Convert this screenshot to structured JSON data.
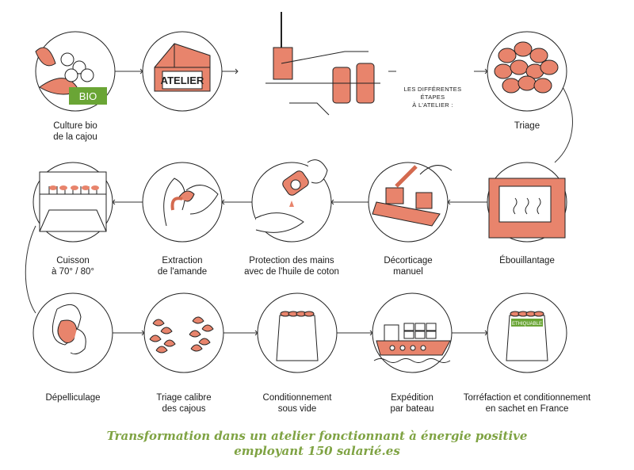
{
  "colors": {
    "accent": "#e8846c",
    "accent_dark": "#d46a4f",
    "bio_green": "#6aa535",
    "caption_green": "#7fa343",
    "line": "#222222"
  },
  "steps": [
    {
      "label": [
        "Culture bio",
        "de la cajou"
      ],
      "icon": "cashew-tree-icon",
      "badge": "BIO"
    },
    {
      "label": [],
      "icon": "atelier-building-icon",
      "sign": "ATELIER"
    },
    {
      "label": [],
      "icon": "factory-machinery-icon"
    },
    {
      "label": [
        "Triage"
      ],
      "icon": "cashew-pile-icon"
    },
    {
      "label": [
        "Ébouillantage"
      ],
      "icon": "steaming-oven-icon"
    },
    {
      "label": [
        "Décorticage",
        "manuel"
      ],
      "icon": "shelling-machine-icon"
    },
    {
      "label": [
        "Protection des mains",
        "avec de l'huile de coton"
      ],
      "icon": "hands-oil-icon"
    },
    {
      "label": [
        "Extraction",
        "de l'amande"
      ],
      "icon": "hands-nut-icon"
    },
    {
      "label": [
        "Cuisson",
        "à 70° / 80°"
      ],
      "icon": "oven-rack-icon"
    },
    {
      "label": [
        "Dépelliculage"
      ],
      "icon": "peeled-kernel-icon"
    },
    {
      "label": [
        "Triage calibre",
        "des cajous"
      ],
      "icon": "sorted-cashews-icon"
    },
    {
      "label": [
        "Conditionnement",
        "sous vide"
      ],
      "icon": "vacuum-bag-icon"
    },
    {
      "label": [
        "Expédition",
        "par bateau"
      ],
      "icon": "cargo-ship-icon"
    },
    {
      "label": [
        "Torréfaction et conditionnement",
        "en sachet en France"
      ],
      "icon": "retail-bag-icon",
      "badge": "ETHIQUABLE"
    }
  ],
  "atelier_note": [
    "LES DIFFÉRENTES ÉTAPES",
    "À L'ATELIER :"
  ],
  "caption": [
    "Transformation dans un atelier fonctionnant à énergie positive",
    "employant 150 salarié.es"
  ]
}
